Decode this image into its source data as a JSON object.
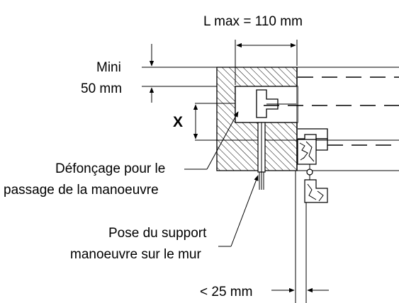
{
  "labels": {
    "lmax": "L max = 110 mm",
    "mini_line1": "Mini",
    "mini_line2": "50 mm",
    "x": "X",
    "defoncage_line1": "Défonçage pour le",
    "defoncage_line2": "passage de la manoeuvre",
    "pose_line1": "Pose du support",
    "pose_line2": "manoeuvre sur le mur",
    "gap": "< 25 mm"
  }
}
